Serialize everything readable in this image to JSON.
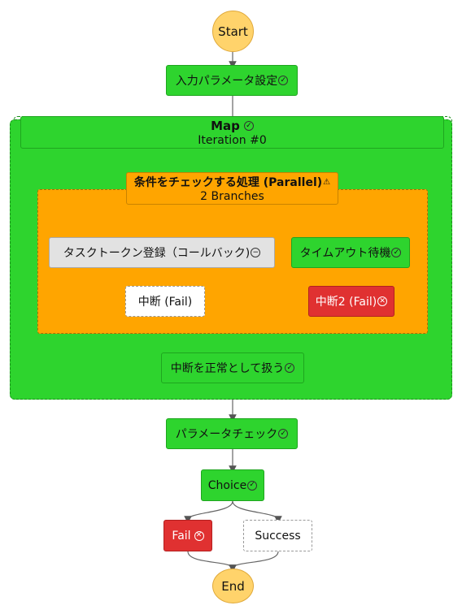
{
  "nodes": {
    "start": "Start",
    "input_params": "入力パラメータ設定",
    "map_title": "Map",
    "map_iteration": "Iteration #0",
    "parallel_title": "条件をチェックする処理 (Parallel)",
    "parallel_branches": "2 Branches",
    "task_token": "タスクトークン登録（コールバック)",
    "timeout_wait": "タイムアウト待機",
    "fail_abort": "中断 (Fail)",
    "fail_abort2": "中断2 (Fail)",
    "treat_abort_normal": "中断を正常として扱う",
    "param_check": "パラメータチェック",
    "choice": "Choice",
    "fail": "Fail",
    "success": "Success",
    "end": "End"
  },
  "status_icons": {
    "succeeded": "✓",
    "cancelled": "−",
    "failed": "✕",
    "caught_error": "⚠"
  },
  "colors": {
    "succeeded": "#2ed42e",
    "in_progress_parallel": "#ffa500",
    "failed": "#e03131",
    "cancelled": "#e2e2e2",
    "not_executed": "#ffffff",
    "start_end": "#ffd36b"
  }
}
